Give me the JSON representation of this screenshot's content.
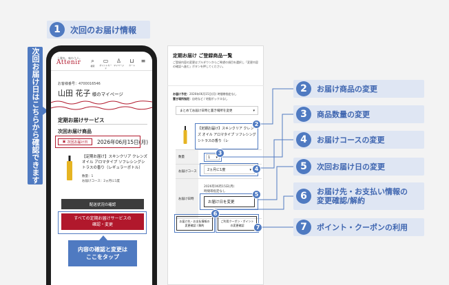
{
  "steps": {
    "s1": {
      "num": "1",
      "label": "次回のお届け情報"
    },
    "s2": {
      "num": "2",
      "label": "お届け商品の変更"
    },
    "s3": {
      "num": "3",
      "label": "商品数量の変更"
    },
    "s4": {
      "num": "4",
      "label": "お届けコースの変更"
    },
    "s5": {
      "num": "5",
      "label": "次回お届け日の変更"
    },
    "s6": {
      "num": "6",
      "label1": "お届け先・お支払い情報の",
      "label2": "変更確認/解約"
    },
    "s7": {
      "num": "7",
      "label": "ポイント・クーポンの利用"
    }
  },
  "side_tag": "次回お届け日はこちらから確認できます",
  "callout": {
    "line1": "内容の確認と変更は",
    "line2": "ここをタップ"
  },
  "phone": {
    "logo_small": "上質を、味わう人。",
    "logo": "Attenir",
    "nav": [
      {
        "icon": "search-icon",
        "glyph": "⌕",
        "label": "検索"
      },
      {
        "icon": "card-icon",
        "glyph": "▭",
        "label": "ポイントカード"
      },
      {
        "icon": "person-icon",
        "glyph": "♙",
        "label": "マイページ"
      },
      {
        "icon": "cart-icon",
        "glyph": "⊔",
        "label": "カート"
      },
      {
        "icon": "menu-icon",
        "glyph": "≡",
        "label": ""
      }
    ],
    "member_no": "お客様番号：4700016546",
    "user_name": "山田 花子",
    "user_suffix": " 様のマイページ",
    "service_title": "定期お届けサービス",
    "next_title": "次回お届け商品",
    "date_badge": "次回お届け日",
    "date": "2026年06月15日(月)",
    "product_name": "【定期お届け】スキンクリア クレンズ オイル アロマタイプ ソフレシングシトラスの香り（レギュラーボトル）",
    "product_qty": "数量：1",
    "product_course": "お届けコース：2ヵ月に1度",
    "btn_ship": "配送状況の確認",
    "btn_all_1": "すべての定期お届けサービスの",
    "btn_all_2": "確認・変更"
  },
  "panel": {
    "title": "定期お届け ご登録商品一覧",
    "intro": "ご登録内容の変更はプルダウンからご希望の項目を選択し「変更内容の確認へ進む」ボタンを押してください。",
    "info1_label": "お届け予定：",
    "info1_value": "2026年06月15日(月) 時間帯指定なし",
    "info2_label": "置き場所指定：",
    "info2_value": "自宅など / 宅配ボックスなし",
    "select": "まとめてお届け日時と置き場所を変更",
    "product": "【定期お届け】スキンクリア クレンズ オイル アロマタイプ ソフレシングシトラスの香り（レ",
    "qty_label": "数量",
    "qty": "1",
    "course_label": "お届けコース",
    "course": "2ヵ月に1度",
    "date_label": "お届け日時",
    "date_info1": "2026年06月15日(月)",
    "date_info2": "時間帯指定なし",
    "date_btn": "お届け日を変更",
    "btn_left_1": "お届け先・お支払情報の",
    "btn_left_2": "変更確認 / 解約",
    "btn_right_1": "ご利用クーポン・ポイント",
    "btn_right_2": "の変更確認"
  },
  "colors": {
    "accent": "#4f7ac1",
    "band": "#dfe6f3",
    "brand": "#b1182c"
  }
}
